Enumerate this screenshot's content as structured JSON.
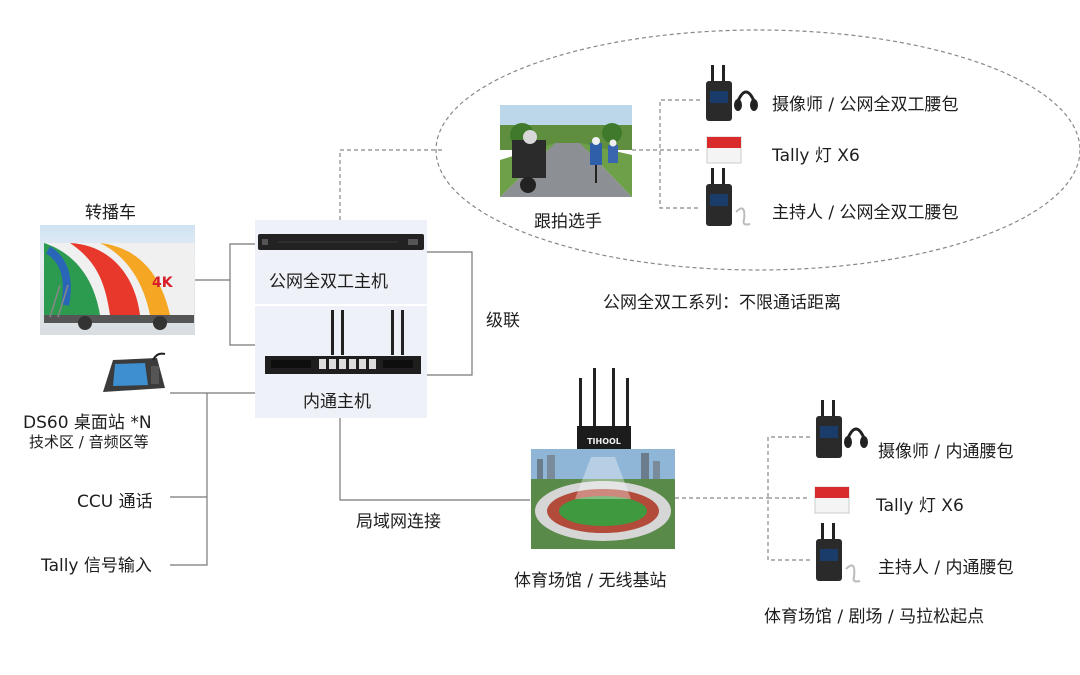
{
  "broadcast_van": {
    "label": "转播车",
    "logo_text": "4K"
  },
  "public_host": {
    "label": "公网全双工主机"
  },
  "intercom_host": {
    "label": "内通主机"
  },
  "cascade_label": "级联",
  "desk_station": {
    "line1": "DS60 桌面站 *N",
    "line2": "技术区 / 音频区等"
  },
  "ccu_label": "CCU 通话",
  "tally_input_label": "Tally 信号输入",
  "lan_label": "局域网连接",
  "follow_group": {
    "photo_label": "跟拍选手",
    "items": [
      {
        "label": "摄像师 / 公网全双工腰包"
      },
      {
        "label": "Tally 灯 X6"
      },
      {
        "label": "主持人 / 公网全双工腰包"
      }
    ],
    "caption": "公网全双工系列：不限通话距离"
  },
  "stadium": {
    "label": "体育场馆 / 无线基站",
    "router_brand": "TIHOOL"
  },
  "stadium_group": {
    "items": [
      {
        "label": "摄像师 / 内通腰包"
      },
      {
        "label": "Tally 灯 X6"
      },
      {
        "label": "主持人 / 内通腰包"
      }
    ],
    "caption": "体育场馆 / 剧场 / 马拉松起点"
  }
}
